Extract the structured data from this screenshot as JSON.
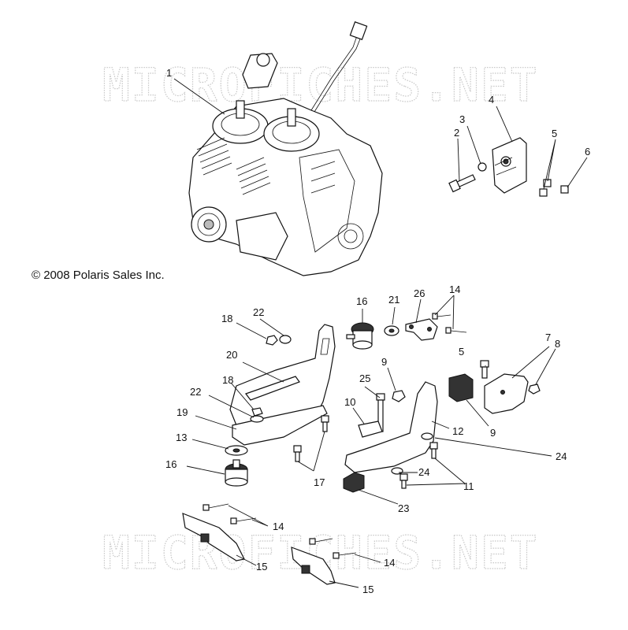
{
  "watermark": "MICROFICHES.NET",
  "copyright": "© 2008 Polaris Sales Inc.",
  "callouts": [
    {
      "id": "c1",
      "label": "1"
    },
    {
      "id": "c2",
      "label": "2"
    },
    {
      "id": "c3",
      "label": "3"
    },
    {
      "id": "c4",
      "label": "4"
    },
    {
      "id": "c5a",
      "label": "5"
    },
    {
      "id": "c6",
      "label": "6"
    },
    {
      "id": "c14a",
      "label": "14"
    },
    {
      "id": "c16a",
      "label": "16"
    },
    {
      "id": "c21",
      "label": "21"
    },
    {
      "id": "c26",
      "label": "26"
    },
    {
      "id": "c22a",
      "label": "22"
    },
    {
      "id": "c18a",
      "label": "18"
    },
    {
      "id": "c20",
      "label": "20"
    },
    {
      "id": "c18b",
      "label": "18"
    },
    {
      "id": "c22b",
      "label": "22"
    },
    {
      "id": "c19",
      "label": "19"
    },
    {
      "id": "c13",
      "label": "13"
    },
    {
      "id": "c16b",
      "label": "16"
    },
    {
      "id": "c17",
      "label": "17"
    },
    {
      "id": "c9a",
      "label": "9"
    },
    {
      "id": "c25",
      "label": "25"
    },
    {
      "id": "c10",
      "label": "10"
    },
    {
      "id": "c12",
      "label": "12"
    },
    {
      "id": "c5b",
      "label": "5"
    },
    {
      "id": "c7",
      "label": "7"
    },
    {
      "id": "c8",
      "label": "8"
    },
    {
      "id": "c9b",
      "label": "9"
    },
    {
      "id": "c24a",
      "label": "24"
    },
    {
      "id": "c24b",
      "label": "24"
    },
    {
      "id": "c11",
      "label": "11"
    },
    {
      "id": "c23",
      "label": "23"
    },
    {
      "id": "c14b",
      "label": "14"
    },
    {
      "id": "c15a",
      "label": "15"
    },
    {
      "id": "c14c",
      "label": "14"
    },
    {
      "id": "c15b",
      "label": "15"
    }
  ]
}
